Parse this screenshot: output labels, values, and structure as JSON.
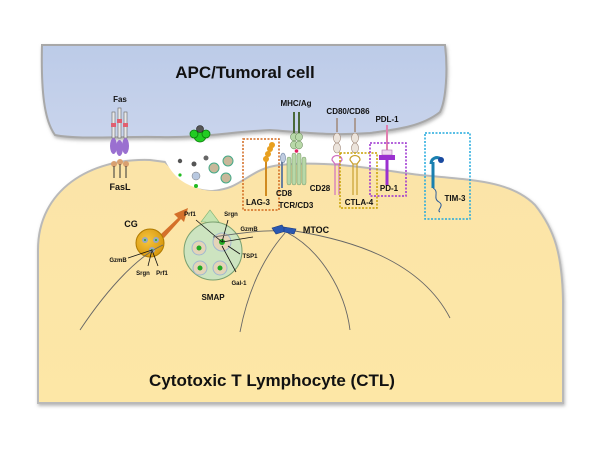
{
  "cells": {
    "apc": {
      "title": "APC/Tumoral cell",
      "color": "#c3d0ea"
    },
    "ctl": {
      "title": "Cytotoxic T Lymphocyte (CTL)",
      "color": "#fbe2a0"
    }
  },
  "labels": {
    "fas": "Fas",
    "fasl": "FasL",
    "mhc": "MHC/Ag",
    "cd80": "CD80/CD86",
    "pdl1": "PDL-1",
    "lag3": "LAG-3",
    "cd8": "CD8",
    "tcr": "TCR/CD3",
    "cd28": "CD28",
    "ctla4": "CTLA-4",
    "pd1": "PD-1",
    "tim3": "TIM-3",
    "cg": "CG",
    "smap": "SMAP",
    "mtoc": "MTOC",
    "cg_gzmb": "GzmB",
    "cg_srgn": "Srgn",
    "cg_prf1": "Prf1",
    "smap_prf1": "Prf1",
    "smap_srgn": "Srgn",
    "smap_gzmb": "GzmB",
    "smap_tsp1": "TSP1",
    "smap_gal1": "Gal-1"
  },
  "box_colors": {
    "lag3": "#d2691e",
    "ctla4": "#c8a000",
    "pd1": "#9b30d0",
    "tim3": "#22aadd"
  }
}
